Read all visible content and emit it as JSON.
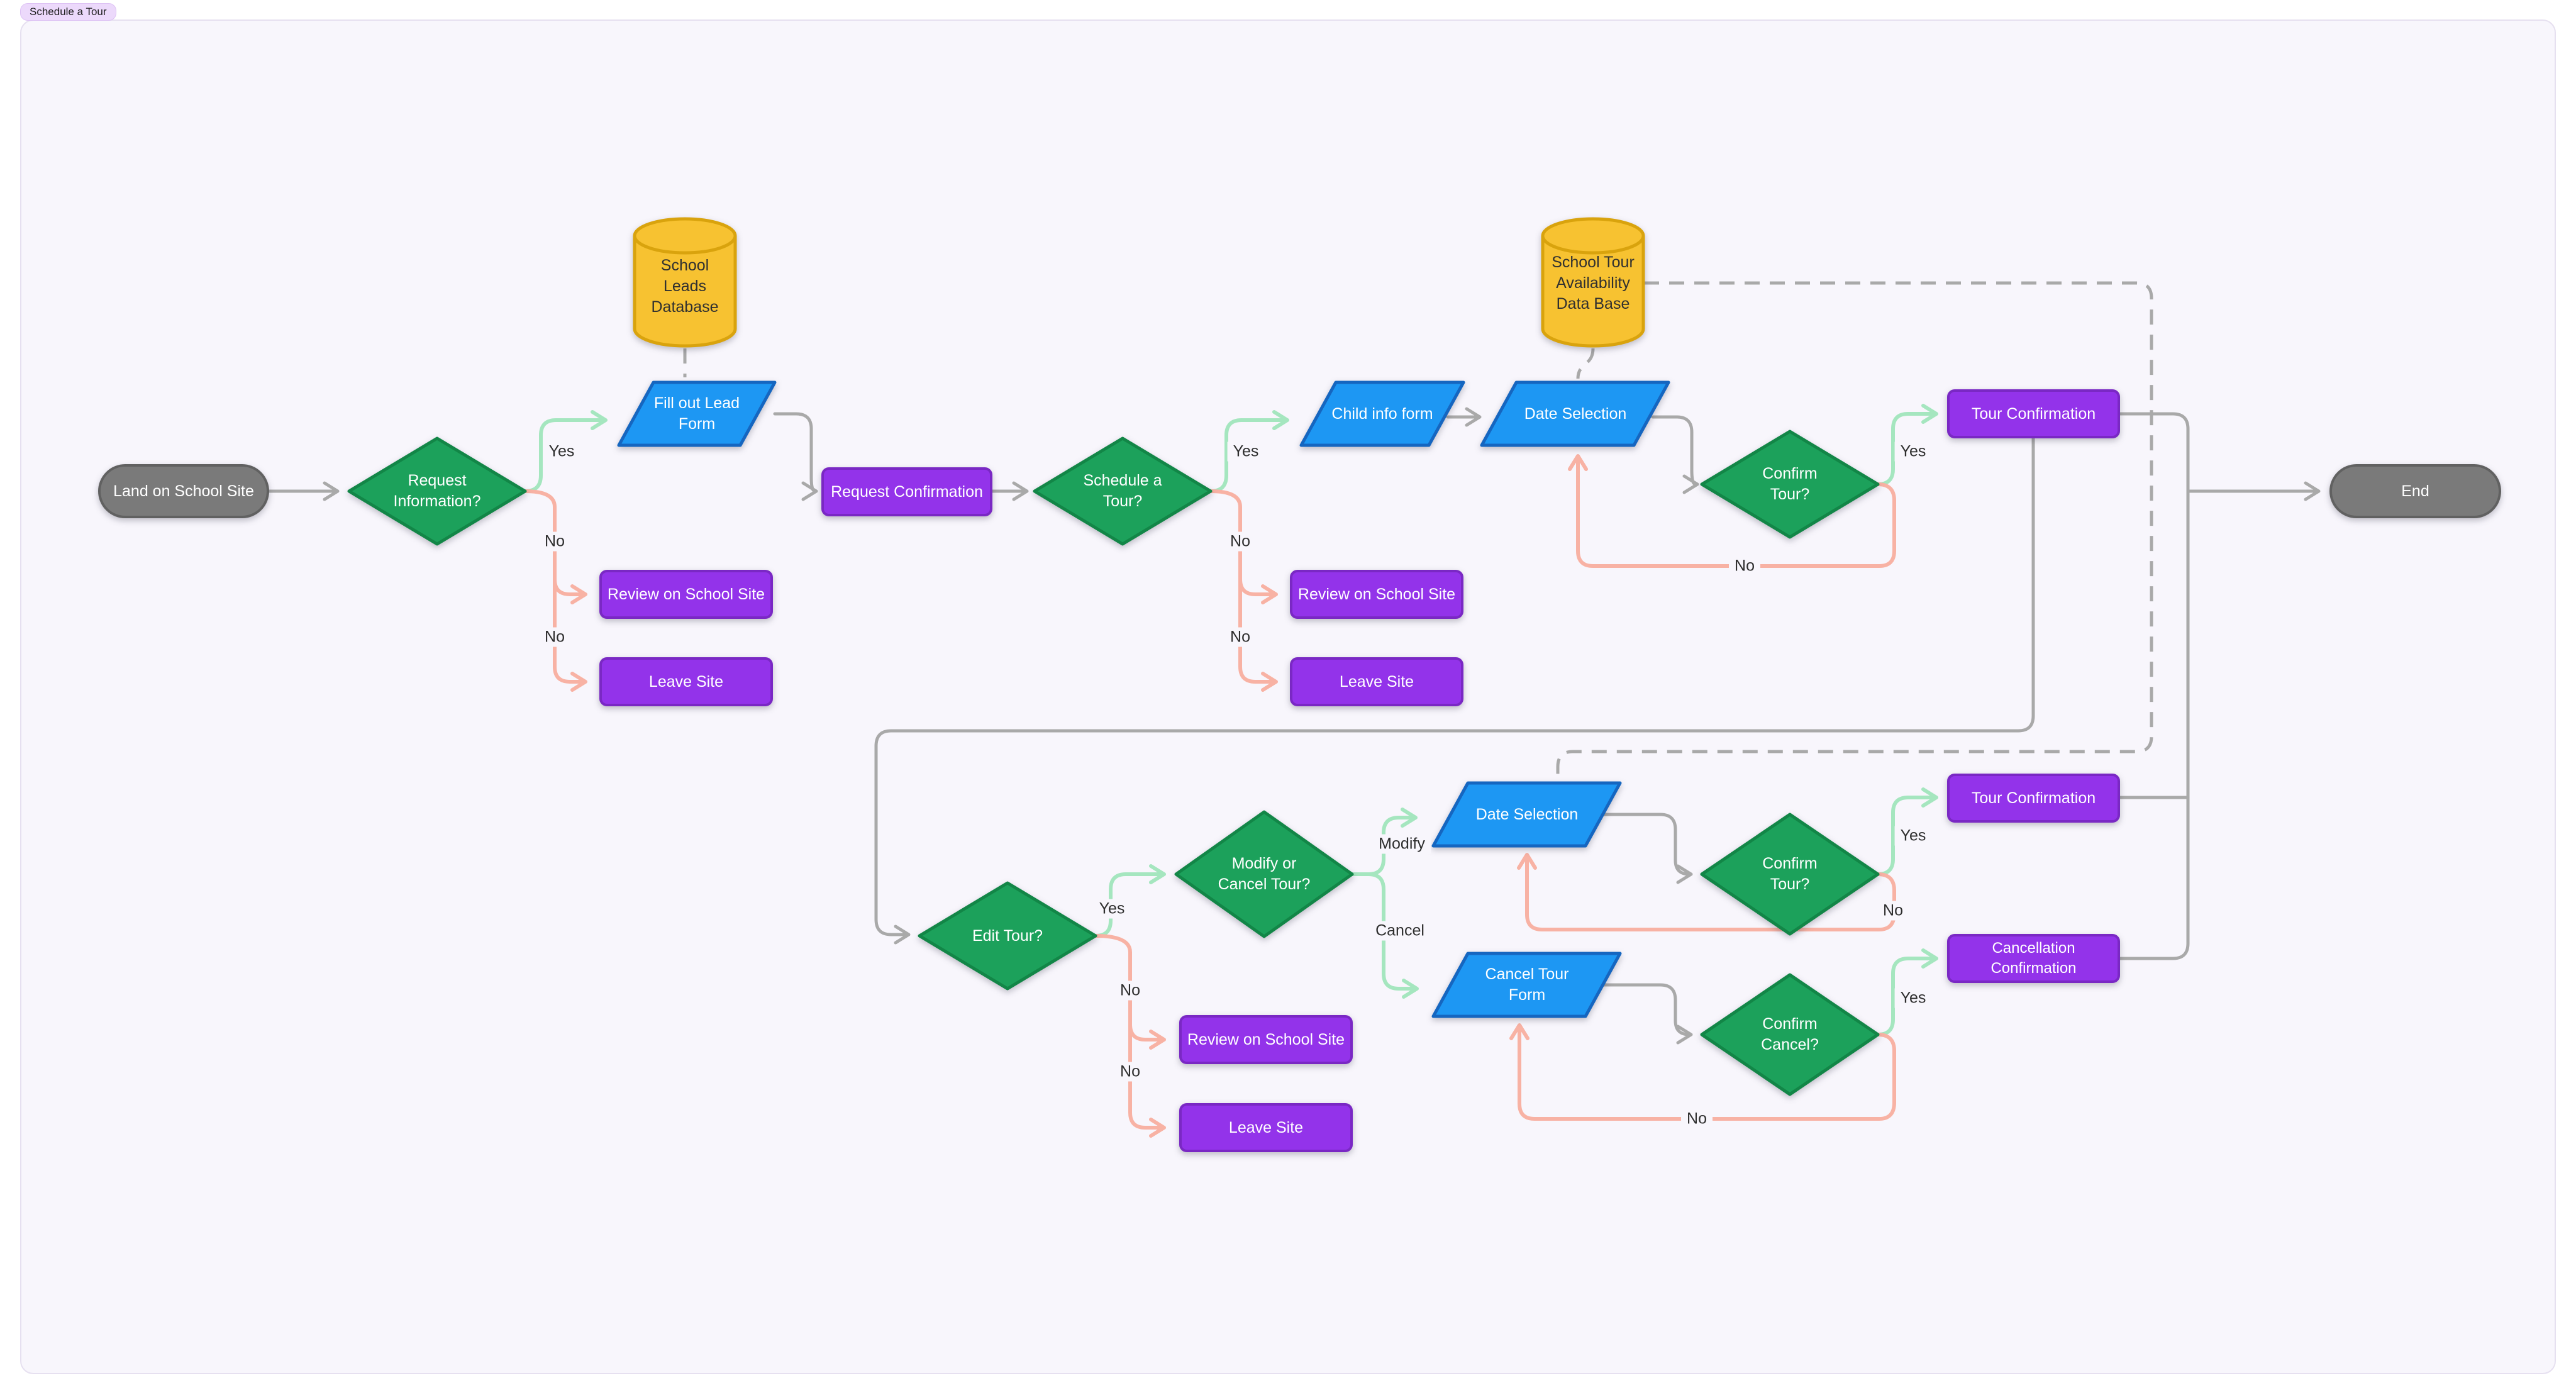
{
  "badge": {
    "label": "Schedule a Tour"
  },
  "colors": {
    "canvas_bg": "#f8f6fc",
    "canvas_border": "#e6e0f0",
    "decision_fill": "#1ca15b",
    "decision_stroke": "#128647",
    "io_fill": "#1d97f3",
    "io_stroke": "#1566c0",
    "process_fill": "#9333ea",
    "process_stroke": "#7a28c4",
    "database_fill": "#f7c231",
    "database_stroke": "#d9a30d",
    "terminator_fill": "#7a7a7a",
    "terminator_stroke": "#616161",
    "edge_neutral": "#a9a9a9",
    "edge_yes": "#a5e6bf",
    "edge_no": "#f8b2a4",
    "badge_bg": "#ecd9fb"
  },
  "nodes": {
    "start": {
      "label": "Land on School Site",
      "type": "terminator"
    },
    "request_information": {
      "label": "Request Information?",
      "type": "decision"
    },
    "school_leads_db": {
      "label": "School Leads Database",
      "type": "database"
    },
    "fill_out_lead_form": {
      "label": "Fill out Lead Form",
      "type": "input-output"
    },
    "request_confirmation": {
      "label": "Request Confirmation",
      "type": "process"
    },
    "schedule_a_tour": {
      "label": "Schedule a Tour?",
      "type": "decision"
    },
    "review_site_1": {
      "label": "Review on School Site",
      "type": "process"
    },
    "leave_site_1": {
      "label": "Leave Site",
      "type": "process"
    },
    "child_info_form": {
      "label": "Child info form",
      "type": "input-output"
    },
    "date_selection_top": {
      "label": "Date Selection",
      "type": "input-output"
    },
    "school_tour_db": {
      "label": "School Tour Availability Data Base",
      "type": "database"
    },
    "confirm_tour_top": {
      "label": "Confirm Tour?",
      "type": "decision"
    },
    "tour_confirmation_top": {
      "label": "Tour Confirmation",
      "type": "process"
    },
    "review_site_2": {
      "label": "Review on School Site",
      "type": "process"
    },
    "leave_site_2": {
      "label": "Leave Site",
      "type": "process"
    },
    "end": {
      "label": "End",
      "type": "terminator"
    },
    "edit_tour": {
      "label": "Edit Tour?",
      "type": "decision"
    },
    "modify_or_cancel": {
      "label": "Modify or Cancel Tour?",
      "type": "decision"
    },
    "date_selection_bottom": {
      "label": "Date Selection",
      "type": "input-output"
    },
    "confirm_tour_bottom": {
      "label": "Confirm Tour?",
      "type": "decision"
    },
    "tour_confirmation_bottom": {
      "label": "Tour Confirmation",
      "type": "process"
    },
    "cancel_tour_form": {
      "label": "Cancel Tour Form",
      "type": "input-output"
    },
    "confirm_cancel": {
      "label": "Confirm Cancel?",
      "type": "decision"
    },
    "cancellation_confirmation": {
      "label": "Cancellation Confirmation",
      "type": "process"
    },
    "review_site_3": {
      "label": "Review on School Site",
      "type": "process"
    },
    "leave_site_3": {
      "label": "Leave Site",
      "type": "process"
    }
  },
  "edge_labels": {
    "yes_request_info": {
      "text": "Yes"
    },
    "no_request_info": {
      "text": "No"
    },
    "no_request_info_2": {
      "text": "No"
    },
    "yes_schedule": {
      "text": "Yes"
    },
    "no_schedule": {
      "text": "No"
    },
    "no_schedule_2": {
      "text": "No"
    },
    "yes_confirm_top": {
      "text": "Yes"
    },
    "no_confirm_top": {
      "text": "No"
    },
    "yes_edit": {
      "text": "Yes"
    },
    "no_edit": {
      "text": "No"
    },
    "no_edit_2": {
      "text": "No"
    },
    "modify": {
      "text": "Modify"
    },
    "cancel": {
      "text": "Cancel"
    },
    "yes_confirm_bottom": {
      "text": "Yes"
    },
    "no_confirm_bottom": {
      "text": "No"
    },
    "yes_confirm_cancel": {
      "text": "Yes"
    },
    "no_confirm_cancel": {
      "text": "No"
    }
  }
}
